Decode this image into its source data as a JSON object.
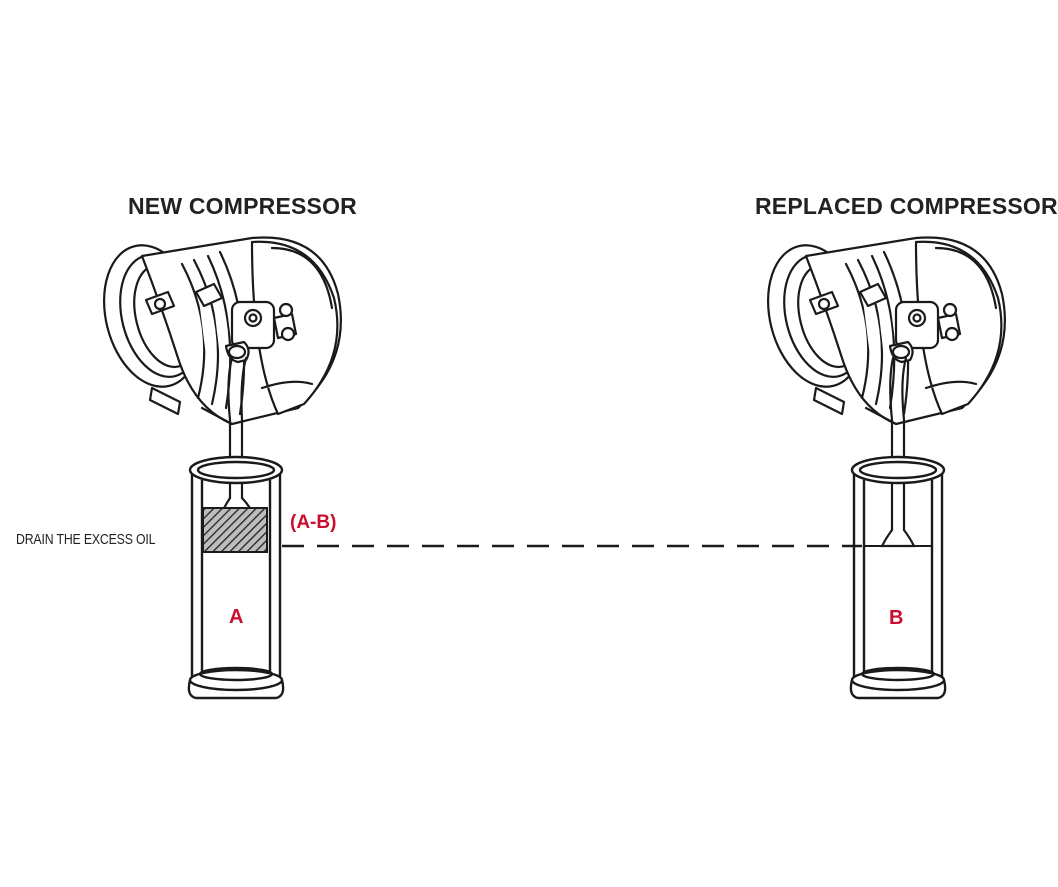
{
  "diagram": {
    "new_title": "NEW COMPRESSOR",
    "replaced_title": "REPLACED COMPRESSOR",
    "drain_label": "DRAIN THE EXCESS OIL",
    "difference_label": "(A-B)",
    "label_a": "A",
    "label_b": "B",
    "colors": {
      "ink": "#222222",
      "accent": "#c8102e",
      "background": "#ffffff"
    }
  }
}
